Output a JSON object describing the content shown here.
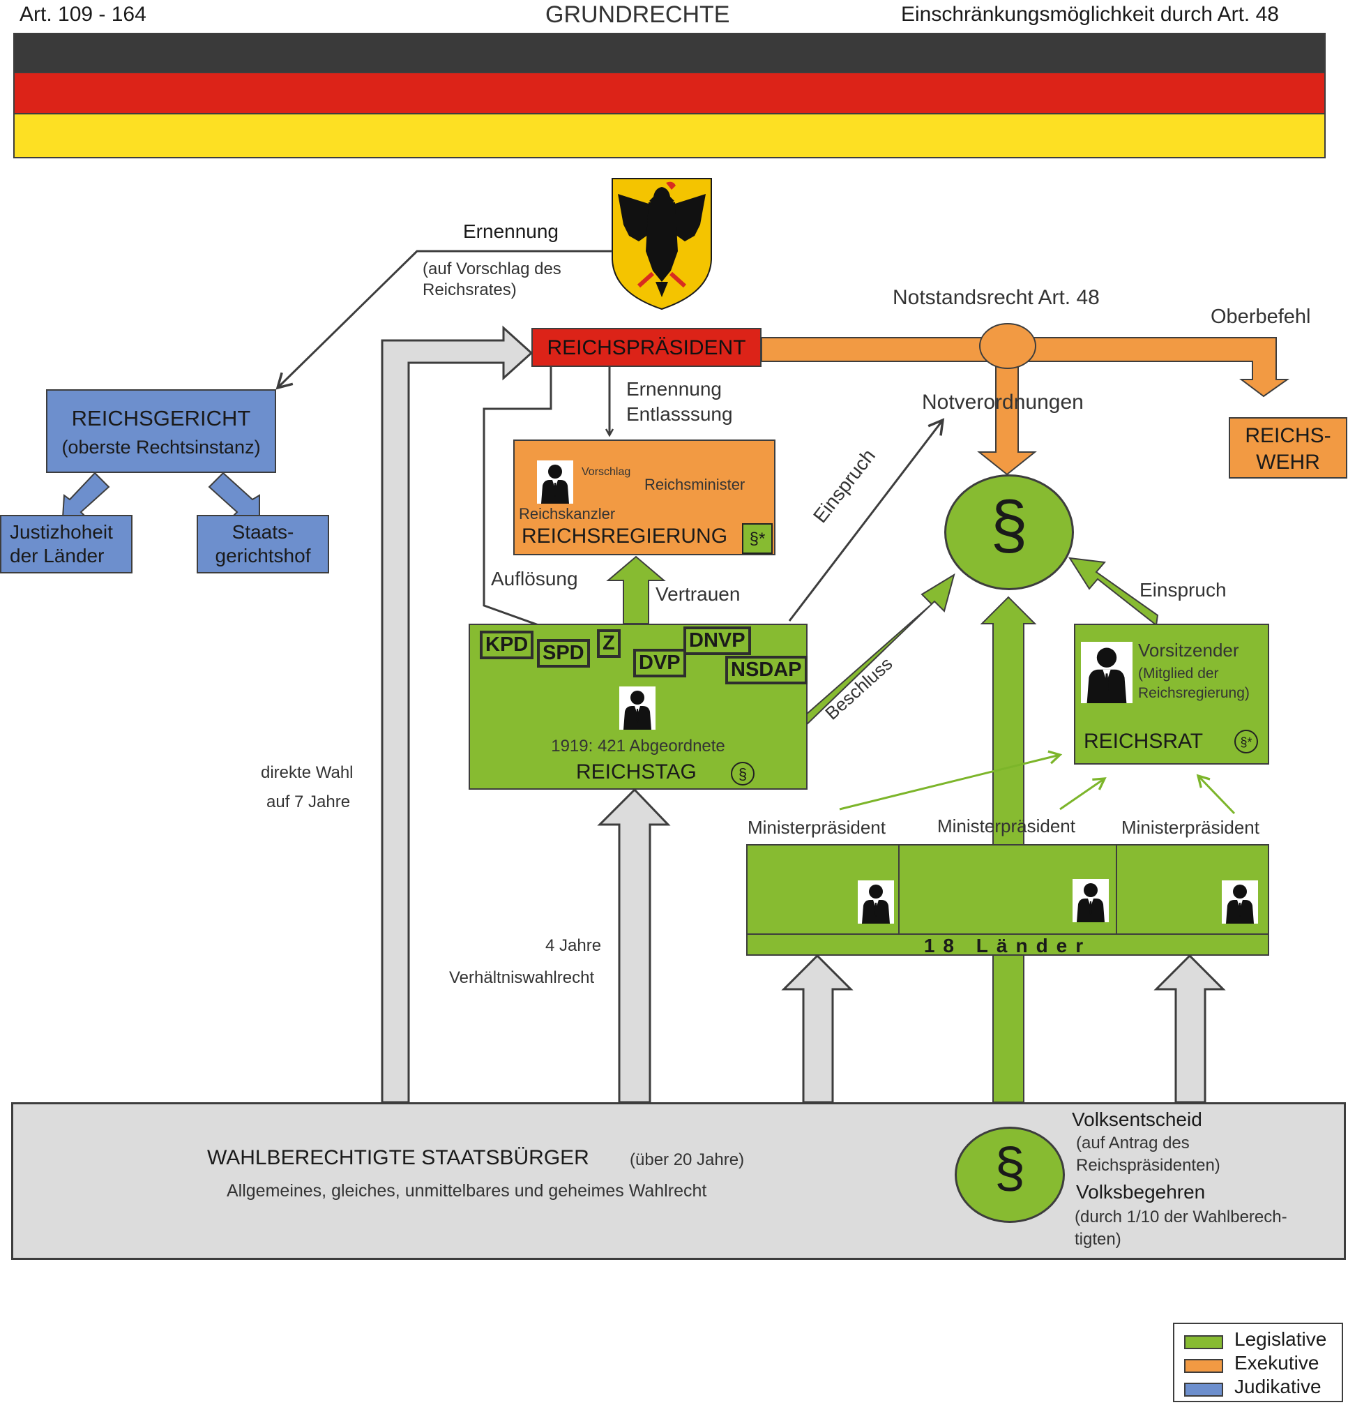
{
  "header": {
    "left": "Art. 109 - 164",
    "center": "GRUNDRECHTE",
    "right": "Einschränkungsmöglichkeit durch Art. 48"
  },
  "flag": {
    "colors": [
      "#3a3a3a",
      "#dc2318",
      "#fde023"
    ]
  },
  "appointment": {
    "label": "Ernennung",
    "note_line1": "(auf Vorschlag des",
    "note_line2": "Reichsrates)"
  },
  "president": {
    "label": "REICHSPRÄSIDENT"
  },
  "court": {
    "title": "REICHSGERICHT",
    "subtitle": "(oberste Rechtsinstanz)",
    "child1": "Justizhoheit\nder Länder",
    "child2": "Staats-\ngerichtshof"
  },
  "emergency": {
    "label": "Notstandsrecht Art. 48",
    "decrees": "Notverordnungen",
    "command": "Oberbefehl",
    "army": "REICHS-\nWEHR"
  },
  "government": {
    "action1": "Ernennung",
    "action2": "Entlasssung",
    "proposal": "Vorschlag",
    "minister": "Reichsminister",
    "chancellor": "Reichskanzler",
    "title": "REICHSREGIERUNG",
    "para": "§*"
  },
  "reichstag": {
    "dissolution": "Auflösung",
    "trust": "Vertrauen",
    "parties": [
      "KPD",
      "SPD",
      "Z",
      "DVP",
      "DNVP",
      "NSDAP"
    ],
    "members": "1919: 421 Abgeordnete",
    "title": "REICHSTAG",
    "para": "§",
    "objection": "Einspruch",
    "resolution": "Beschluss"
  },
  "law": {
    "symbol": "§"
  },
  "reichsrat": {
    "objection": "Einspruch",
    "chair": "Vorsitzender",
    "chair_note1": "(Mitglied der",
    "chair_note2": "Reichsregierung)",
    "title": "REICHSRAT",
    "para": "§*"
  },
  "laender": {
    "heads": [
      "Ministerpräsident",
      "Ministerpräsident",
      "Ministerpräsident"
    ],
    "title": "18 Länder"
  },
  "elections": {
    "president_line1": "direkte Wahl",
    "president_line2": "auf 7 Jahre",
    "reichstag_line1": "4 Jahre",
    "reichstag_line2": "Verhältniswahlrecht"
  },
  "citizens": {
    "title": "WAHLBERECHTIGTE STAATSBÜRGER",
    "age": "(über 20 Jahre)",
    "suffrage": "Allgemeines, gleiches, unmittelbares und geheimes Wahlrecht",
    "para": "§",
    "referendum": "Volksentscheid",
    "referendum_note1": "(auf Antrag des",
    "referendum_note2": "Reichspräsidenten)",
    "initiative": "Volksbegehren",
    "initiative_note1": "(durch 1/10 der Wahlberech-",
    "initiative_note2": "tigten)"
  },
  "legend": {
    "items": [
      {
        "label": "Legislative",
        "color": "#87bb31"
      },
      {
        "label": "Exekutive",
        "color": "#f29a43"
      },
      {
        "label": "Judikative",
        "color": "#6d8fcd"
      }
    ]
  }
}
